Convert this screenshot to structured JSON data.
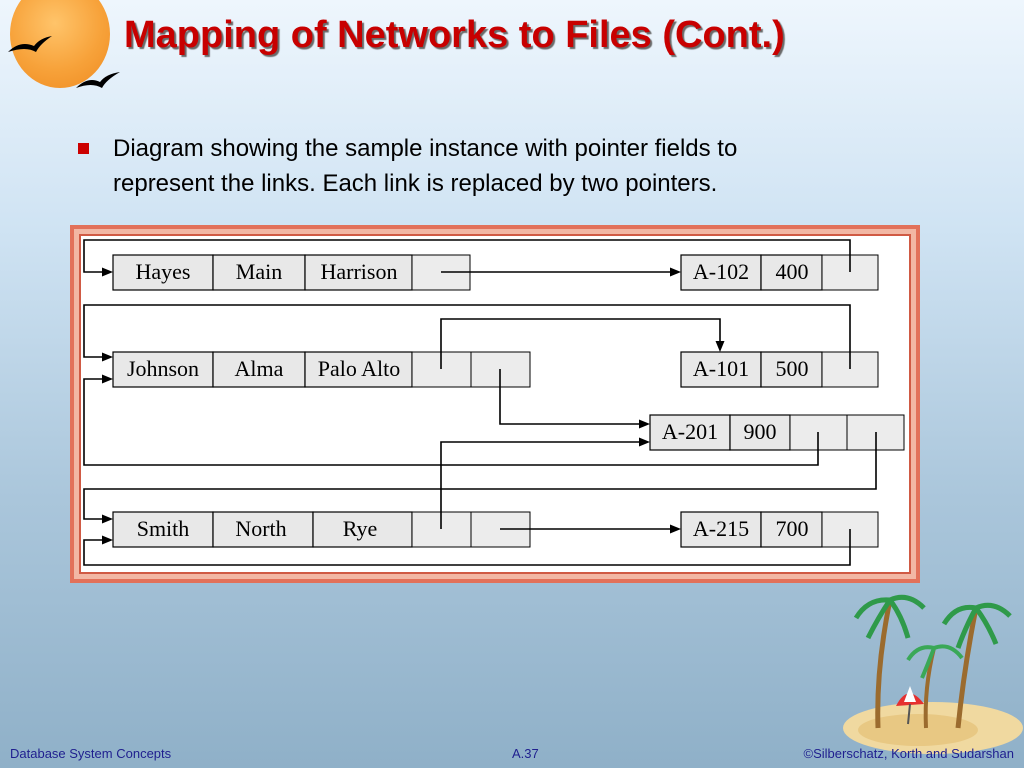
{
  "slide": {
    "title": "Mapping of Networks to Files (Cont.)",
    "bullet_lines": [
      "Diagram showing the sample instance with pointer fields to",
      "represent the links.  Each link is replaced by two pointers."
    ]
  },
  "diagram": {
    "customers": [
      {
        "name": "Hayes",
        "street": "Main",
        "city": "Harrison"
      },
      {
        "name": "Johnson",
        "street": "Alma",
        "city": "Palo Alto"
      },
      {
        "name": "Smith",
        "street": "North",
        "city": "Rye"
      }
    ],
    "accounts": [
      {
        "number": "A-102",
        "balance": "400"
      },
      {
        "number": "A-101",
        "balance": "500"
      },
      {
        "number": "A-201",
        "balance": "900"
      },
      {
        "number": "A-215",
        "balance": "700"
      }
    ]
  },
  "footer": {
    "left": "Database System Concepts",
    "center": "A.37",
    "right": "©Silberschatz, Korth and Sudarshan"
  },
  "colors": {
    "title": "#c80000",
    "bullet": "#cc0000",
    "frame_border": "#e2715a",
    "footer_text": "#1f1f8f"
  },
  "icons": [
    "sun-icon",
    "bird-icon",
    "palm-island-icon"
  ]
}
